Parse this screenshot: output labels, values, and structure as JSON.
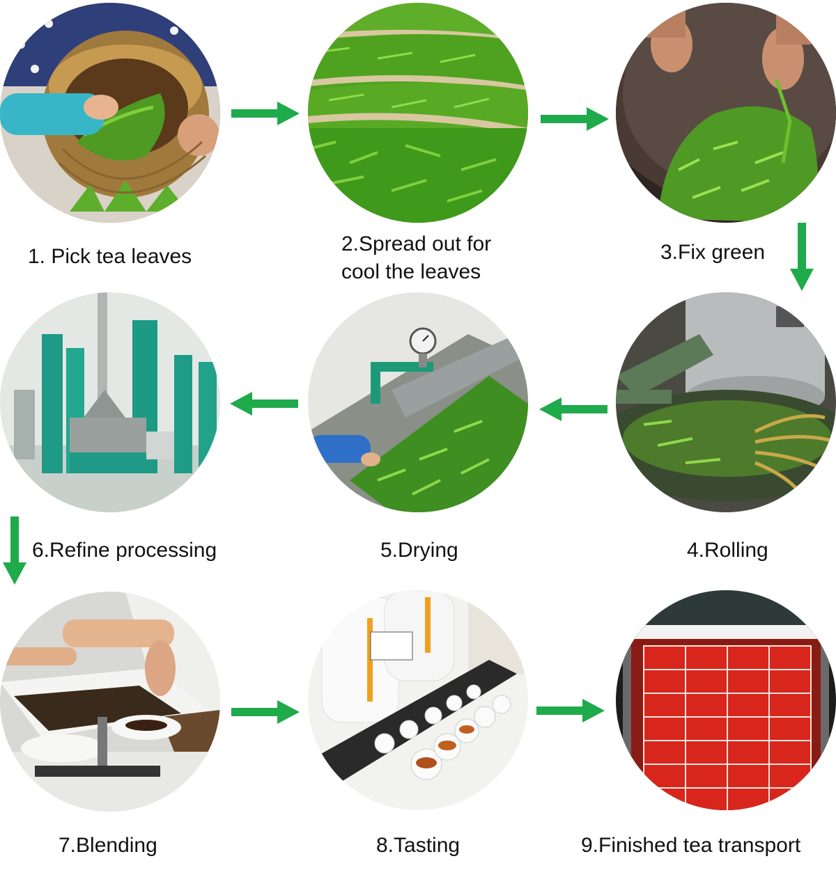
{
  "steps": [
    {
      "label": "1. Pick tea leaves",
      "icon": "tea-basket-photo"
    },
    {
      "label_line1": "2.Spread out for",
      "label_line2": "cool the leaves",
      "icon": "spread-trays-photo"
    },
    {
      "label": "3.Fix green",
      "icon": "wok-fixing-photo"
    },
    {
      "label": "4.Rolling",
      "icon": "rolling-machine-photo"
    },
    {
      "label": "5.Drying",
      "icon": "drying-conveyor-photo"
    },
    {
      "label": "6.Refine processing",
      "icon": "factory-machines-photo"
    },
    {
      "label": "7.Blending",
      "icon": "weighing-scale-photo"
    },
    {
      "label": "8.Tasting",
      "icon": "tasting-cups-photo"
    },
    {
      "label": "9.Finished tea transport",
      "icon": "shipping-container-photo"
    }
  ],
  "colors": {
    "arrow": "#1faa4b",
    "leaf_green": "#3e9a22",
    "text": "#111111"
  }
}
